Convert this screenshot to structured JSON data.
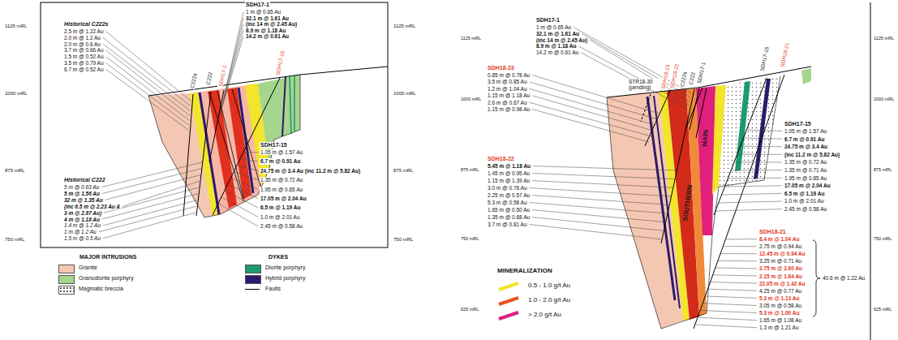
{
  "diagram": {
    "labels": [
      "1125 mRL",
      "1000 mRL",
      "875 mRL",
      "750 mRL",
      "1125 mRL",
      "1000 mRL",
      "875 mRL",
      "750 mRL",
      "Historical C222s",
      "2.5 m @ 1.22 Au",
      "2.0 m @ 1.2 Au",
      "2.0 m @ 0.6 Au",
      "3.7 m @ 0.66 Au",
      "1.5 m @ 0.52 Au",
      "3.5 m @ 0.79 Au",
      "6.7 m @ 0.52 Au",
      "SDH17-1",
      "1 m @ 0.65 Au",
      "32.1 m @ 1.61 Au",
      "(inc 14 m @ 2.45 Au)",
      "8.9 m @ 1.18 Au",
      "14.2 m @ 0.61 Au",
      "Historical C222",
      "5 m @ 0.63 Au",
      "5 m @ 1.56 Au",
      "32 m @ 1.35 Au",
      "(inc 6.5 m @ 2.23 Au &",
      "3 m @ 2.97 Au)",
      "4 m @ 1.18 Au",
      "1.4 m @ 1.2 Au",
      "1 m @ 1.2 Au",
      "1.5 m @ 0.5 Au",
      "SDH17-15",
      "1.05 m @ 1.57 Au",
      "6.7 m @ 0.91 Au",
      "24.75 m @ 3.4 Au (inc 11.2 m @ 5.82 Au)",
      "1.35 m @ 0.72 Au",
      "1.95 m @ 0.65 Au",
      "17.05 m @ 2.04 Au",
      "6.5 m @ 1.19 Au",
      "1.0 m @ 2.01 Au",
      "2.45 m @ 0.58 Au",
      "C222s",
      "C222",
      "SDH17-1",
      "SDH17-15",
      "MAJOR INTRUSIONS",
      "DYKES",
      "1125 mRL",
      "1000 mRL",
      "875 mRL",
      "750 mRL",
      "625 mRL",
      "1125 mRL",
      "1000 mRL",
      "875 mRL",
      "750 mRL",
      "625 mRL",
      "SDH17-1",
      "1 m @ 0.65 Au",
      "32.1 m @ 1.61 Au",
      "(inc 14 m @ 2.45 Au)",
      "8.9 m @ 1.18 Au",
      "14.2 m @ 0.61 Au",
      "SDH18-23",
      "0.85 m @ 0.78 Au",
      "3.5 m @ 0.85 Au",
      "1.2 m @ 1.04 Au",
      "1.15 m @ 1.18 Au",
      "2.6 m @ 0.67 Au",
      "1.15 m @ 0.98 Au",
      "SDH18-22",
      "5.45 m @ 1.18 Au",
      "1.45 m @ 0.95 Au",
      "1.15 m @ 1.39 Au",
      "3.0 m @ 0.76 Au",
      "2.25 m @ 0.57 Au",
      "5.3 m @ 0.58 Au",
      "1.65 m @ 0.50 Au",
      "1.35 m @ 0.68 Au",
      "3.7 m @ 0.81 Au",
      "SDH17-15",
      "1.05 m @ 1.57 Au",
      "6.7 m @ 0.91 Au",
      "24.75 m @ 3.4 Au",
      "(inc 11.2 m @ 5.82 Au)",
      "1.35 m @ 0.72 Au",
      "1.35 m @ 0.71 Au",
      "1.95 m @ 0.85 Au",
      "17.05 m @ 2.04 Au",
      "6.5 m @ 1.19 Au",
      "1.0 m @ 2.01 Au",
      "2.45 m @ 0.58 Au",
      "SDH18-21",
      "8.4 m @ 1.04 Au",
      "2.75 m @ 0.94 Au",
      "12.45 m @ 0.94 Au",
      "3.25 m @ 0.71 Au",
      "2.75 m @ 2.60 Au",
      "2.15 m @ 1.84 Au",
      "22.05 m @ 1.42 Au",
      "4.25 m @ 0.77 Au",
      "5.3 m @ 1.13 Au",
      "3.05 m @ 0.58 Au",
      "5.3 m @ 1.00 Au",
      "1.65 m @ 1.08 Au",
      "1.3 m @ 1.21 Au",
      "40.6 m @ 1.22 Au",
      "STR18-30 (pending)",
      "MAIN",
      "SOUTHERN",
      "SDH18-23",
      "SDH18-22",
      "C222s",
      "C222",
      "SDH17-1",
      "SDH17-15",
      "SDH18-21",
      "MINERALIZATION"
    ],
    "legend": [
      {
        "text": "Granite",
        "color": "#f4c7b3"
      },
      {
        "text": "Granodiorite porphyry",
        "color": "#a6d58c"
      },
      {
        "text": "Magmatic breccia"
      },
      {
        "text": "Diorite porphyry",
        "color": "#1b9a70"
      },
      {
        "text": "Hybrid porphyry",
        "color": "#2b1a6b"
      },
      {
        "text": "Faults"
      },
      {
        "text": "0.5 - 1.0 g/t Au",
        "color": "#f2e52b"
      },
      {
        "text": "1.0 - 2.0 g/t Au",
        "color": "#e8541e"
      },
      {
        "text": "> 2.0 g/t Au",
        "color": "#e0207c"
      }
    ]
  }
}
